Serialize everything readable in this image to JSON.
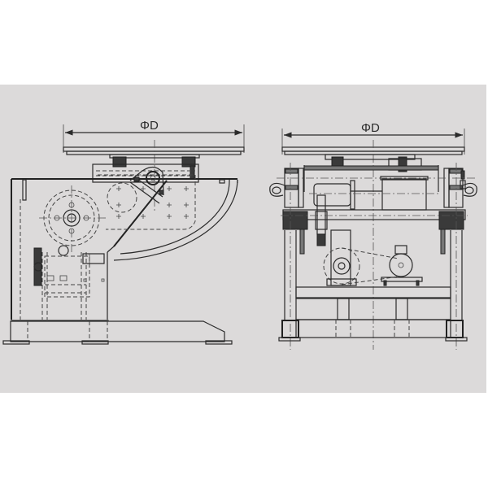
{
  "drawings": [
    {
      "id": "side-view",
      "view": "side elevation of welding positioner (tilting table)",
      "dimension_label": "ΦD"
    },
    {
      "id": "front-view",
      "view": "front elevation of welding positioner (drive motors and gearbox)",
      "dimension_label": "ΦD"
    }
  ],
  "colors": {
    "panel_background": "#dcdada",
    "page_background": "#ffffff",
    "line_color": "#2b2b2b"
  }
}
